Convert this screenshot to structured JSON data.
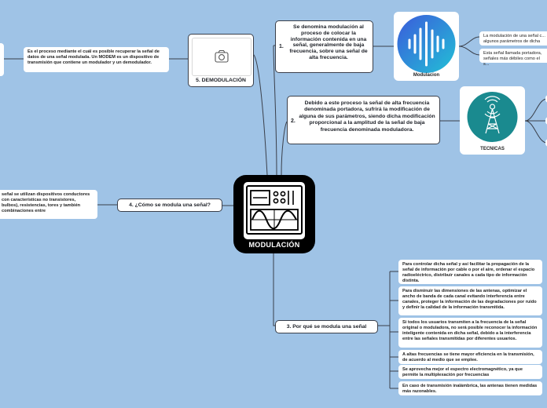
{
  "center": {
    "title": "MODULACIÓN"
  },
  "branch1": {
    "num": "1.",
    "text": "Se denomina modulación al proceso de colocar la información contenida en una señal, generalmente de baja frecuencia, sobre una señal de alta frecuencia.",
    "image_caption": "Modulacion",
    "leaves": [
      "La modulación de una señal c... algunos parámetros de dicha",
      "Esta señal llamada portadora, señales más débiles como el s..."
    ]
  },
  "branch2": {
    "num": "2.",
    "text": "Debido a este proceso la señal de alta frecuencia denominada portadora, sufrirá la modificación de alguna de sus parámetros, siendo dicha modificación proporcional a la amplitud de la señal de baja frecuencia denominada moduladora.",
    "image_caption": "TECNICAS"
  },
  "branch3": {
    "label": "3. Por qué se modula una señal",
    "leaves": [
      "Para controlar dicha señal y así facilitar la propagación de la señal de información por cable o por el aire, ordenar el espacio radioeléctrico, distribuir canales a cada tipo de información distinta.",
      "Para disminuir las dimensiones de las antenas, optimizar el ancho de banda de cada canal evitando interferencia entre canales, proteger la información de las degradaciones por ruido y definir la calidad de la información transmitida.",
      "Si todos los usuarios transmiten a la frecuencia de la señal original o moduladora, no será posible reconocer la información inteligente contenida en dicha señal, debido a la interferencia entre las señales transmitidas por diferentes usuarios.",
      "A altas frecuencias se tiene mayor eficiencia en la transmisión, de acuerdo al medio que se emplee.",
      "Se aprovecha mejor el espectro electromagnético, ya que permite la multiplexación por frecuencias",
      "En caso de transmisión inalámbrica, las antenas tienen medidas más razonables."
    ]
  },
  "branch4": {
    "label": "4. ¿Cómo se modula una señal?",
    "leaf": "señal se utilizan dispositivos conductores con características no transistores, bulbos), resistencias, tores y también combinaciones entre"
  },
  "branch5": {
    "label": "5. DEMODULACIÓN",
    "leaf": "Es el proceso mediante el cuál es posible recuperar la señal de datos de una señal modulada. Un MODEM es un dispositivo de transmisión que contiene un modulador y un demodulador."
  },
  "colors": {
    "background": "#9fc3e6",
    "line": "#3a3f4a",
    "center": "#000000",
    "modulacion_grad_a": "#3b5bdb",
    "modulacion_grad_b": "#22c0d6",
    "tecnicas": "#1a8a8f"
  }
}
